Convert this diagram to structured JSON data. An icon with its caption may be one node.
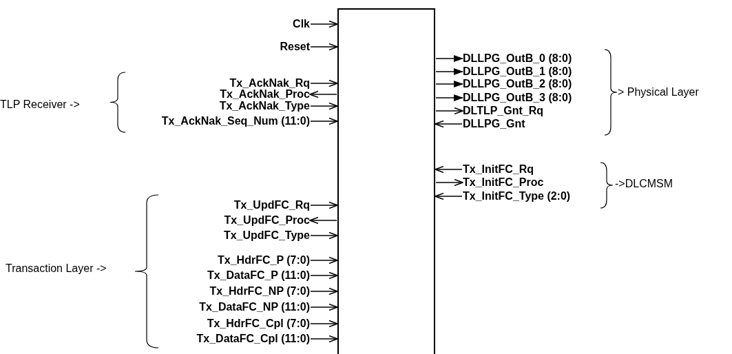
{
  "diagram": {
    "nodes": [
      {
        "text": [],
        "shape": "box"
      },
      {
        "text": [
          "Clk"
        ]
      },
      {
        "text": [
          "Reset"
        ]
      },
      {
        "text": [
          "Tx_AckNak_Rq"
        ]
      },
      {
        "text": [
          "Tx_AckNak_Proc"
        ]
      },
      {
        "text": [
          "Tx_AckNak_Type"
        ]
      },
      {
        "text": [
          "Tx_AckNak_Seq_Num (11:0)"
        ]
      },
      {
        "text": [
          "Tx_UpdFC_Rq"
        ]
      },
      {
        "text": [
          "Tx_UpdFC_Proc"
        ]
      },
      {
        "text": [
          "Tx_UpdFC_Type"
        ]
      },
      {
        "text": [
          "Tx_HdrFC_P (7:0)"
        ]
      },
      {
        "text": [
          "Tx_DataFC_P (11:0)"
        ]
      },
      {
        "text": [
          "Tx_HdrFC_NP (7:0)"
        ]
      },
      {
        "text": [
          "Tx_DataFC_NP (11:0)"
        ]
      },
      {
        "text": [
          "Tx_HdrFC_Cpl (7:0)"
        ]
      },
      {
        "text": [
          "Tx_DataFC_Cpl (11:0)"
        ]
      },
      {
        "text": [
          "DLLPG_OutB_0 (8:0)"
        ]
      },
      {
        "text": [
          "DLLPG_OutB_1 (8:0)"
        ]
      },
      {
        "text": [
          "DLLPG_OutB_2 (8:0)"
        ]
      },
      {
        "text": [
          "DLLPG_OutB_3 (8:0)"
        ]
      },
      {
        "text": [
          "DLTLP_Gnt_Rq"
        ]
      },
      {
        "text": [
          "DLLPG_Gnt"
        ]
      },
      {
        "text": [
          "Tx_InitFC_Rq"
        ]
      },
      {
        "text": [
          "Tx_InitFC_Proc"
        ]
      },
      {
        "text": [
          "Tx_InitFC_Type (2:0)"
        ]
      }
    ],
    "edges": [
      {
        "from": 1,
        "to": 0,
        "arrow": "to"
      },
      {
        "from": 2,
        "to": 0,
        "arrow": "to"
      },
      {
        "from": 3,
        "to": 0,
        "arrow": "to"
      },
      {
        "from": 0,
        "to": 4,
        "arrow": "to"
      },
      {
        "from": 5,
        "to": 0,
        "arrow": "to"
      },
      {
        "from": 6,
        "to": 0,
        "arrow": "to"
      },
      {
        "from": 7,
        "to": 0,
        "arrow": "to"
      },
      {
        "from": 0,
        "to": 8,
        "arrow": "to"
      },
      {
        "from": 9,
        "to": 0,
        "arrow": "to"
      },
      {
        "from": 10,
        "to": 0,
        "arrow": "to"
      },
      {
        "from": 11,
        "to": 0,
        "arrow": "to"
      },
      {
        "from": 12,
        "to": 0,
        "arrow": "to"
      },
      {
        "from": 13,
        "to": 0,
        "arrow": "to"
      },
      {
        "from": 14,
        "to": 0,
        "arrow": "to"
      },
      {
        "from": 15,
        "to": 0,
        "arrow": "to"
      },
      {
        "from": 0,
        "to": 16,
        "arrow": "to"
      },
      {
        "from": 0,
        "to": 17,
        "arrow": "to"
      },
      {
        "from": 0,
        "to": 18,
        "arrow": "to"
      },
      {
        "from": 0,
        "to": 19,
        "arrow": "to"
      },
      {
        "from": 0,
        "to": 20,
        "arrow": "to"
      },
      {
        "from": 21,
        "to": 0,
        "arrow": "to"
      },
      {
        "from": 22,
        "to": 0,
        "arrow": "to"
      },
      {
        "from": 0,
        "to": 23,
        "arrow": "to"
      },
      {
        "from": 24,
        "to": 0,
        "arrow": "to"
      }
    ],
    "labels": [
      "TLP Receiver ->",
      "> Physical Layer",
      "->DLCMSM",
      "Transaction Layer ->"
    ]
  }
}
